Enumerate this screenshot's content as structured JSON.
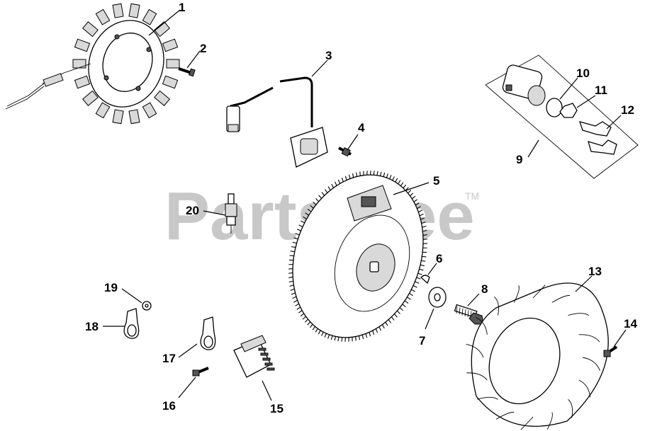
{
  "watermark": {
    "text": "PartsTree",
    "trademark": "TM"
  },
  "callouts": {
    "c1": "1",
    "c2": "2",
    "c3": "3",
    "c4": "4",
    "c5": "5",
    "c6": "6",
    "c7": "7",
    "c8": "8",
    "c9": "9",
    "c10": "10",
    "c11": "11",
    "c12": "12",
    "c13": "13",
    "c14": "14",
    "c15": "15",
    "c16": "16",
    "c17": "17",
    "c18": "18",
    "c19": "19",
    "c20": "20"
  }
}
